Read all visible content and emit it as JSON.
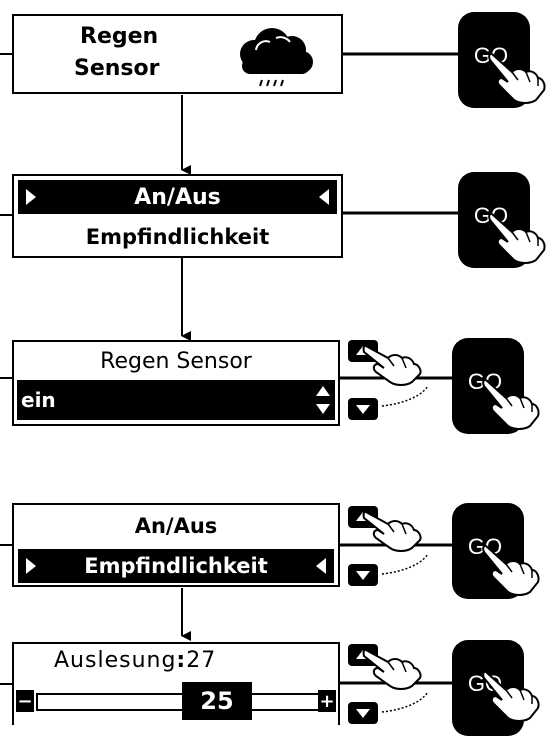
{
  "colors": {
    "ink": "#000000",
    "paper": "#ffffff"
  },
  "step1": {
    "line1": "Regen",
    "line2": "Sensor",
    "icon": "rain-cloud-icon"
  },
  "step2": {
    "item_selected": "An/Aus",
    "item_other": "Empfindlichkeit"
  },
  "step3": {
    "title": "Regen Sensor",
    "value": "ein"
  },
  "step4": {
    "item_other": "An/Aus",
    "item_selected": "Empfindlichkeit"
  },
  "step5": {
    "reading_label": "Auslesung",
    "reading_value": "27",
    "slider_value": "25",
    "minus": "−",
    "plus": "+"
  },
  "go_label": "GO",
  "icons": {
    "up": "up-arrow-button",
    "down": "down-arrow-button",
    "hand": "pointing-hand-icon"
  }
}
